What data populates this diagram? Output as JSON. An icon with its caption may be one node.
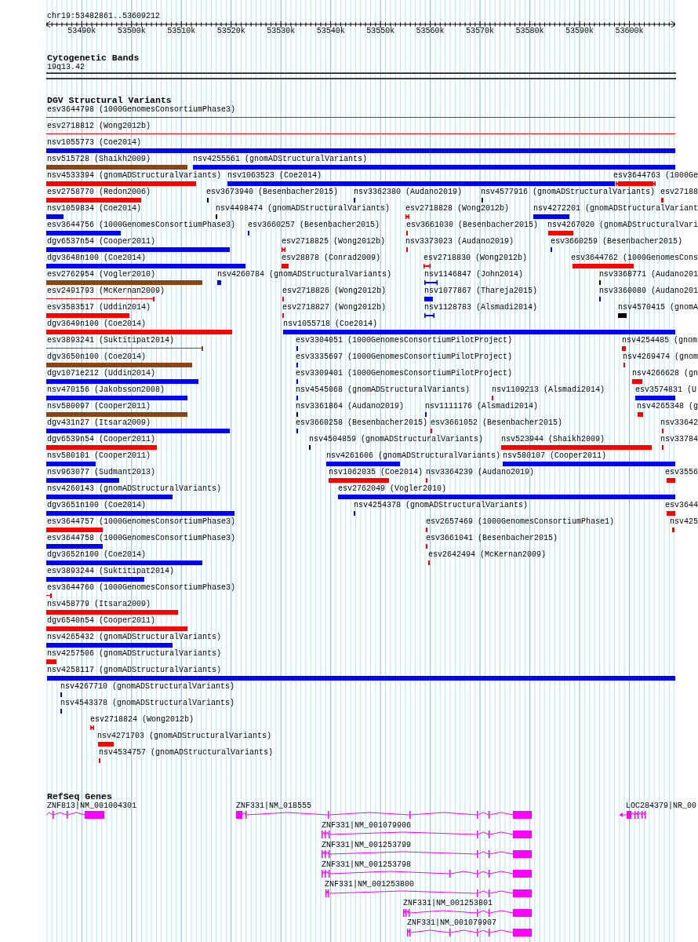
{
  "diagram": {
    "labels": [
      "chr19:53482861..53609212",
      "53490k",
      "53500k",
      "53510k",
      "53520k",
      "53530k",
      "53540k",
      "53550k",
      "53560k",
      "53570k",
      "53580k",
      "53590k",
      "53600k",
      "Cytogenetic Bands",
      "19q13.42",
      "DGV Structural Variants",
      "esv3644798 (1000GenomesConsortiumPhase3)",
      "esv2718812 (Wong2012b)",
      "nsv1055773 (Coe2014)",
      "nsv515728 (Shaikh2009)",
      "nsv4255561 (gnomADStructuralVariants)",
      "nsv4533394 (gnomADStructuralVariants)",
      "nsv1063523 (Coe2014)",
      "esv3644763 (1000Ge",
      "esv2758770 (Redon2006)",
      "esv3673940 (Besenbacher2015)",
      "nsv3362380 (Audano2019)",
      "nsv4577916 (gnomADStructuralVariants)",
      "esv27188",
      "nsv1059834 (Coe2014)",
      "nsv4498474 (gnomADStructuralVariants)",
      "esv2718828 (Wong2012b)",
      "nsv4272201 (gnomADStructuralVariant",
      "esv3644756 (1000GenomesConsortiumPhase3)",
      "esv3660257 (Besenbacher2015)",
      "esv3661030 (Besenbacher2015)",
      "nsv4267020 (gnomADStructuralVari",
      "dgv6537n54 (Cooper2011)",
      "esv2718825 (Wong2012b)",
      "nsv3373023 (Audano2019)",
      "esv3660259 (Besenbacher2015)",
      "dgv3648n100 (Coe2014)",
      "esv28878 (Conrad2009)",
      "esv2718830 (Wong2012b)",
      "esv3644762 (1000GenomesCons",
      "esv2762954 (Vogler2010)",
      "nsv4260784 (gnomADStructuralVariants)",
      "nsv1146847 (John2014)",
      "nsv3368771 (Audano201",
      "esv2491793 (McKernan2009)",
      "esv2718826 (Wong2012b)",
      "nsv1077867 (Thareja2015)",
      "nsv3360080 (Audano201",
      "esv3583517 (Uddin2014)",
      "esv2718827 (Wong2012b)",
      "nsv1128783 (Alsmadi2014)",
      "nsv4570415 (gnomA",
      "dgv3649n100 (Coe2014)",
      "nsv1055718 (Coe2014)",
      "esv3893241 (Suktitipat2014)",
      "esv3304051 (1000GenomesConsortiumPilotProject)",
      "nsv4254485 (gnom",
      "dgv3650n100 (Coe2014)",
      "esv3335697 (1000GenomesConsortiumPilotProject)",
      "nsv4269474 (gnom",
      "dgv1071e212 (Uddin2014)",
      "esv3309401 (1000GenomesConsortiumPilotProject)",
      "nsv4266628 (gn",
      "nsv470156 (Jakobsson2008)",
      "nsv4545068 (gnomADStructuralVariants)",
      "nsv1109213 (Alsmadi2014)",
      "esv3574831 (U",
      "nsv580097 (Cooper2011)",
      "nsv3361864 (Audano2019)",
      "nsv1111176 (Alsmadi2014)",
      "nsv4265348 (g",
      "dgv431n27 (Itsara2009)",
      "esv3660258 (Besenbacher2015)",
      "esv3661052 (Besenbacher2015)",
      "nsv33642",
      "dgv6539n54 (Cooper2011)",
      "nsv4504859 (gnomADStructuralVariants)",
      "nsv523944 (Shaikh2009)",
      "nsv33784",
      "nsv580101 (Cooper2011)",
      "nsv4261606 (gnomADStructuralVariants)",
      "nsv580107 (Cooper2011)",
      "nsv963077 (Sudmant2013)",
      "nsv1062035 (Coe2014)",
      "nsv3364239 (Audano2019)",
      "esv3556",
      "nsv4260143 (gnomADStructuralVariants)",
      "esv2762049 (Vogler2010)",
      "dgv3651n100 (Coe2014)",
      "nsv4254378 (gnomADStructuralVariants)",
      "esv3644",
      "esv3644757 (1000GenomesConsortiumPhase3)",
      "esv2657469 (1000GenomesConsortiumPhase1)",
      "nsv425",
      "esv3644758 (1000GenomesConsortiumPhase3)",
      "esv3661041 (Besenbacher2015)",
      "dgv3652n100 (Coe2014)",
      "esv2642494 (McKernan2009)",
      "esv3893244 (Suktitipat2014)",
      "esv3644760 (1000GenomesConsortiumPhase3)",
      "nsv458779 (Itsara2009)",
      "dgv6540n54 (Cooper2011)",
      "nsv4265432 (gnomADStructuralVariants)",
      "nsv4257506 (gnomADStructuralVariants)",
      "nsv4258117 (gnomADStructuralVariants)",
      "nsv4267710 (gnomADStructuralVariants)",
      "nsv4543378 (gnomADStructuralVariants)",
      "esv2718824 (Wong2012b)",
      "nsv4271703 (gnomADStructuralVariants)",
      "nsv4534757 (gnomADStructuralVariants)",
      "RefSeq Genes",
      "ZNF813|NM_001004301",
      "ZNF331|NM_018555",
      "LOC284379|NR_00",
      "ZNF331|NM_001079906",
      "ZNF331|NM_001253799",
      "ZNF331|NM_001253798",
      "ZNF331|NM_001253800",
      "ZNF331|NM_001253801",
      "ZNF331|NM_001079907"
    ]
  }
}
